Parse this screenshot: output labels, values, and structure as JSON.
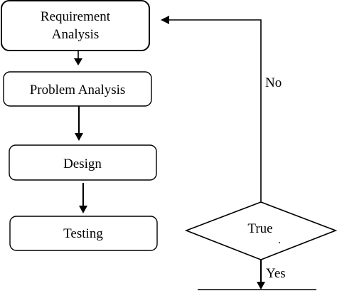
{
  "diagram": {
    "nodes": {
      "requirement_line1": "Requirement",
      "requirement_line2": "Analysis",
      "problem": "Problem Analysis",
      "design": "Design",
      "testing": "Testing",
      "decision": "True",
      "decision_mark": "."
    },
    "edges": {
      "no_label": "No",
      "yes_label": "Yes"
    }
  }
}
